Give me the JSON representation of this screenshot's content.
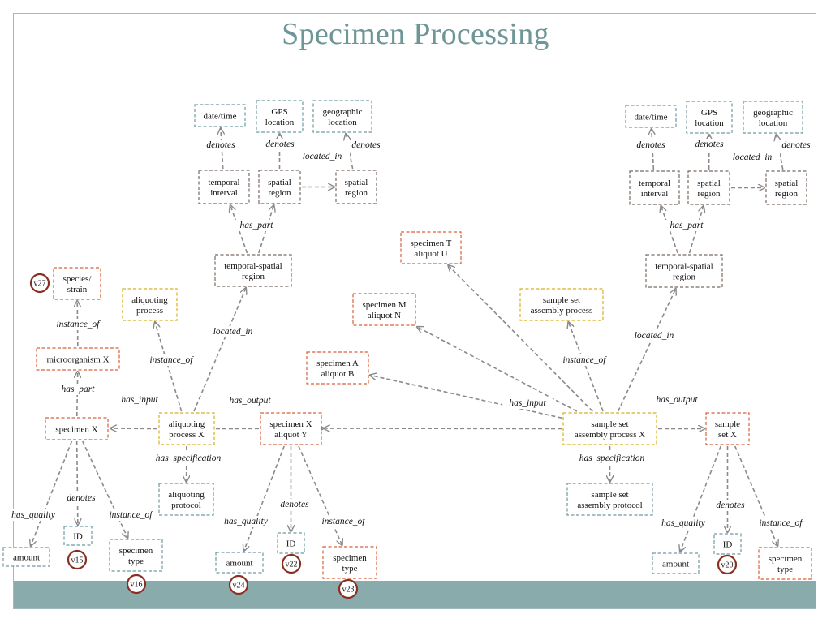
{
  "slide": {
    "title": "Specimen Processing"
  },
  "nodes": [
    {
      "id": "n_datetime_l",
      "lines": [
        "date/time"
      ],
      "style": "blue"
    },
    {
      "id": "n_gps_l",
      "lines": [
        "GPS",
        "location"
      ],
      "style": "blue"
    },
    {
      "id": "n_geo_l",
      "lines": [
        "geographic",
        "location"
      ],
      "style": "blue"
    },
    {
      "id": "n_temporal_l",
      "lines": [
        "temporal",
        "interval"
      ],
      "style": "brown"
    },
    {
      "id": "n_spatial_l",
      "lines": [
        "spatial",
        "region"
      ],
      "style": "brown"
    },
    {
      "id": "n_spatial2_l",
      "lines": [
        "spatial",
        "region"
      ],
      "style": "brown"
    },
    {
      "id": "n_tsr_l",
      "lines": [
        "temporal-spatial",
        "region"
      ],
      "style": "brown"
    },
    {
      "id": "n_species",
      "lines": [
        "species/",
        "strain"
      ],
      "style": "red"
    },
    {
      "id": "n_micro",
      "lines": [
        "microorganism X"
      ],
      "style": "red"
    },
    {
      "id": "n_specimenx",
      "lines": [
        "specimen X"
      ],
      "style": "red"
    },
    {
      "id": "n_aliqproc",
      "lines": [
        "aliquoting",
        "process"
      ],
      "style": "gold"
    },
    {
      "id": "n_aliqprocx",
      "lines": [
        "aliquoting",
        "process X"
      ],
      "style": "gold"
    },
    {
      "id": "n_aliqprot",
      "lines": [
        "aliquoting",
        "protocol"
      ],
      "style": "blue"
    },
    {
      "id": "n_specaliqy",
      "lines": [
        "specimen X",
        "aliquot Y"
      ],
      "style": "red"
    },
    {
      "id": "n_amount_l",
      "lines": [
        "amount"
      ],
      "style": "blue"
    },
    {
      "id": "n_id_l",
      "lines": [
        "ID"
      ],
      "style": "blue"
    },
    {
      "id": "n_spectype_l",
      "lines": [
        "specimen",
        "type"
      ],
      "style": "blue"
    },
    {
      "id": "n_amount_m",
      "lines": [
        "amount"
      ],
      "style": "blue"
    },
    {
      "id": "n_id_m",
      "lines": [
        "ID"
      ],
      "style": "blue"
    },
    {
      "id": "n_spectype_m",
      "lines": [
        "specimen",
        "type"
      ],
      "style": "red"
    },
    {
      "id": "n_spect",
      "lines": [
        "specimen T",
        "aliquot U"
      ],
      "style": "red"
    },
    {
      "id": "n_specm",
      "lines": [
        "specimen M",
        "aliquot N"
      ],
      "style": "red"
    },
    {
      "id": "n_speca",
      "lines": [
        "specimen A",
        "aliquot B"
      ],
      "style": "red"
    },
    {
      "id": "n_ssap",
      "lines": [
        "sample set",
        "assembly process"
      ],
      "style": "gold"
    },
    {
      "id": "n_ssapx",
      "lines": [
        "sample set",
        "assembly process X"
      ],
      "style": "gold"
    },
    {
      "id": "n_ssaprot",
      "lines": [
        "sample set",
        "assembly protocol"
      ],
      "style": "blue"
    },
    {
      "id": "n_ssx",
      "lines": [
        "sample",
        "set X"
      ],
      "style": "red"
    },
    {
      "id": "n_datetime_r",
      "lines": [
        "date/time"
      ],
      "style": "blue"
    },
    {
      "id": "n_gps_r",
      "lines": [
        "GPS",
        "location"
      ],
      "style": "blue"
    },
    {
      "id": "n_geo_r",
      "lines": [
        "geographic",
        "location"
      ],
      "style": "blue"
    },
    {
      "id": "n_temporal_r",
      "lines": [
        "temporal",
        "interval"
      ],
      "style": "brown"
    },
    {
      "id": "n_spatial_r",
      "lines": [
        "spatial",
        "region"
      ],
      "style": "brown"
    },
    {
      "id": "n_spatial2_r",
      "lines": [
        "spatial",
        "region"
      ],
      "style": "brown"
    },
    {
      "id": "n_tsr_r",
      "lines": [
        "temporal-spatial",
        "region"
      ],
      "style": "brown"
    },
    {
      "id": "n_amount_r",
      "lines": [
        "amount"
      ],
      "style": "blue"
    },
    {
      "id": "n_id_r",
      "lines": [
        "ID"
      ],
      "style": "blue"
    },
    {
      "id": "n_spectype_r",
      "lines": [
        "specimen",
        "type"
      ],
      "style": "red"
    }
  ],
  "edges": [
    {
      "from": "n_temporal_l",
      "to": "n_datetime_l",
      "label": "denotes"
    },
    {
      "from": "n_spatial_l",
      "to": "n_gps_l",
      "label": "denotes"
    },
    {
      "from": "n_spatial2_l",
      "to": "n_geo_l",
      "label": "denotes"
    },
    {
      "from": "n_spatial_l",
      "to": "n_spatial2_l",
      "label": "located_in"
    },
    {
      "from": "n_tsr_l",
      "to": "n_temporal_l",
      "label": "has_part"
    },
    {
      "from": "n_tsr_l",
      "to": "n_spatial_l",
      "label": ""
    },
    {
      "from": "n_aliqprocx",
      "to": "n_tsr_l",
      "label": "located_in"
    },
    {
      "from": "n_aliqprocx",
      "to": "n_aliqproc",
      "label": "instance_of"
    },
    {
      "from": "n_aliqprocx",
      "to": "n_specimenx",
      "label": "has_input"
    },
    {
      "from": "n_aliqprocx",
      "to": "n_specaliqy",
      "label": "has_output"
    },
    {
      "from": "n_aliqprocx",
      "to": "n_aliqprot",
      "label": "has_specification"
    },
    {
      "from": "n_micro",
      "to": "n_species",
      "label": "instance_of"
    },
    {
      "from": "n_specimenx",
      "to": "n_micro",
      "label": "has_part"
    },
    {
      "from": "n_specimenx",
      "to": "n_amount_l",
      "label": "has_quality"
    },
    {
      "from": "n_specimenx",
      "to": "n_id_l",
      "label": "denotes"
    },
    {
      "from": "n_specimenx",
      "to": "n_spectype_l",
      "label": "instance_of"
    },
    {
      "from": "n_specaliqy",
      "to": "n_amount_m",
      "label": "has_quality"
    },
    {
      "from": "n_specaliqy",
      "to": "n_id_m",
      "label": "denotes"
    },
    {
      "from": "n_specaliqy",
      "to": "n_spectype_m",
      "label": "instance_of"
    },
    {
      "from": "n_ssapx",
      "to": "n_specaliqy",
      "label": "has_input"
    },
    {
      "from": "n_ssapx",
      "to": "n_speca",
      "label": ""
    },
    {
      "from": "n_ssapx",
      "to": "n_specm",
      "label": ""
    },
    {
      "from": "n_ssapx",
      "to": "n_spect",
      "label": ""
    },
    {
      "from": "n_ssapx",
      "to": "n_ssap",
      "label": "instance_of"
    },
    {
      "from": "n_ssapx",
      "to": "n_ssx",
      "label": "has_output"
    },
    {
      "from": "n_ssapx",
      "to": "n_ssaprot",
      "label": "has_specification"
    },
    {
      "from": "n_ssapx",
      "to": "n_tsr_r",
      "label": "located_in"
    },
    {
      "from": "n_tsr_r",
      "to": "n_temporal_r",
      "label": "has_part"
    },
    {
      "from": "n_tsr_r",
      "to": "n_spatial_r",
      "label": ""
    },
    {
      "from": "n_temporal_r",
      "to": "n_datetime_r",
      "label": "denotes"
    },
    {
      "from": "n_spatial_r",
      "to": "n_gps_r",
      "label": "denotes"
    },
    {
      "from": "n_spatial2_r",
      "to": "n_geo_r",
      "label": "denotes"
    },
    {
      "from": "n_spatial_r",
      "to": "n_spatial2_r",
      "label": "located_in"
    },
    {
      "from": "n_ssx",
      "to": "n_amount_r",
      "label": "has_quality"
    },
    {
      "from": "n_ssx",
      "to": "n_id_r",
      "label": "denotes"
    },
    {
      "from": "n_ssx",
      "to": "n_spectype_r",
      "label": "instance_of"
    }
  ],
  "badges": [
    {
      "id": "b_v27",
      "label": "v27"
    },
    {
      "id": "b_v15",
      "label": "v15"
    },
    {
      "id": "b_v16",
      "label": "v16"
    },
    {
      "id": "b_v24",
      "label": "v24"
    },
    {
      "id": "b_v22",
      "label": "v22"
    },
    {
      "id": "b_v23",
      "label": "v23"
    },
    {
      "id": "b_v20",
      "label": "v20"
    }
  ]
}
